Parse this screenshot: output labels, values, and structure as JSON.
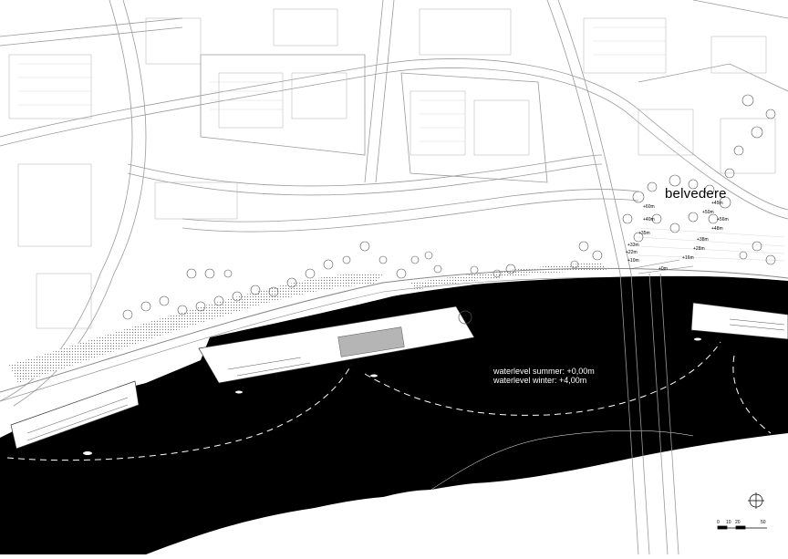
{
  "map": {
    "place_label": "belvedere",
    "waterlevel_summer": "waterlevel summer: +0,00m",
    "waterlevel_winter": "waterlevel winter: +4,00m",
    "elevations": [
      "+45m",
      "+60m",
      "+50m",
      "+56m",
      "+40m",
      "+48m",
      "+35m",
      "+38m",
      "+33m",
      "+28m",
      "+22m",
      "+16m",
      "+10m",
      "+0m"
    ],
    "scale_ticks": [
      "0",
      "10",
      "20",
      "50"
    ],
    "north_icon": "north-arrow-icon",
    "colors": {
      "river": "#000000",
      "paper": "#ffffff",
      "lines": "#8a8a8a",
      "path": "#ffffff"
    }
  }
}
